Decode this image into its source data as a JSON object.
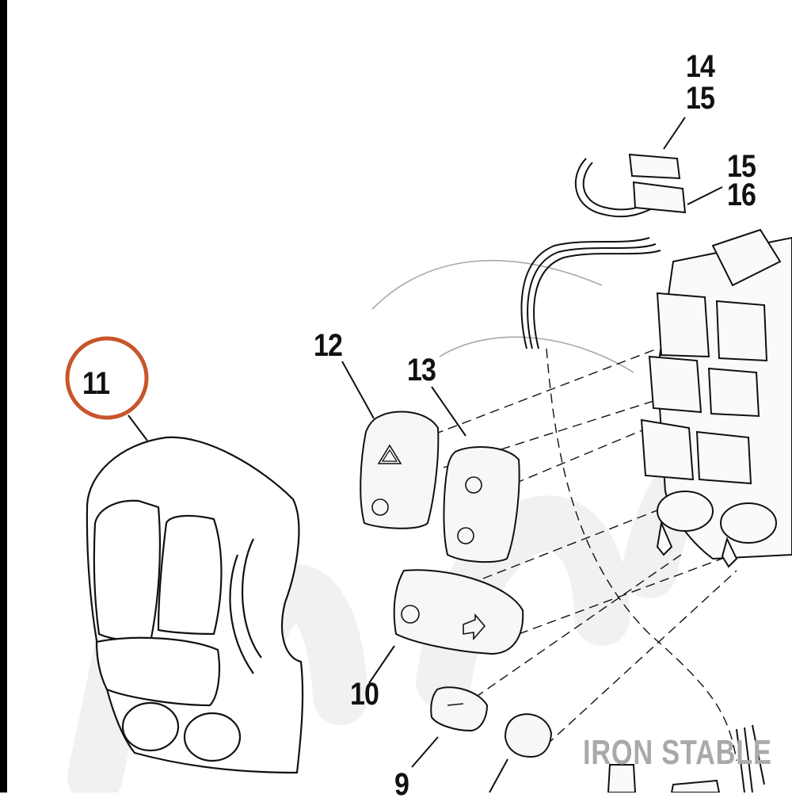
{
  "diagram": {
    "callouts": {
      "c14": "14",
      "c15a": "15",
      "c15b": "15",
      "c16": "16",
      "c12": "12",
      "c13": "13",
      "c11": "11",
      "c10": "10",
      "c9": "9"
    },
    "highlight_color": "#c8552a",
    "line_color": "#111111",
    "watermark": "IRON STABLE",
    "watermark_color": "#a9a9a9"
  }
}
